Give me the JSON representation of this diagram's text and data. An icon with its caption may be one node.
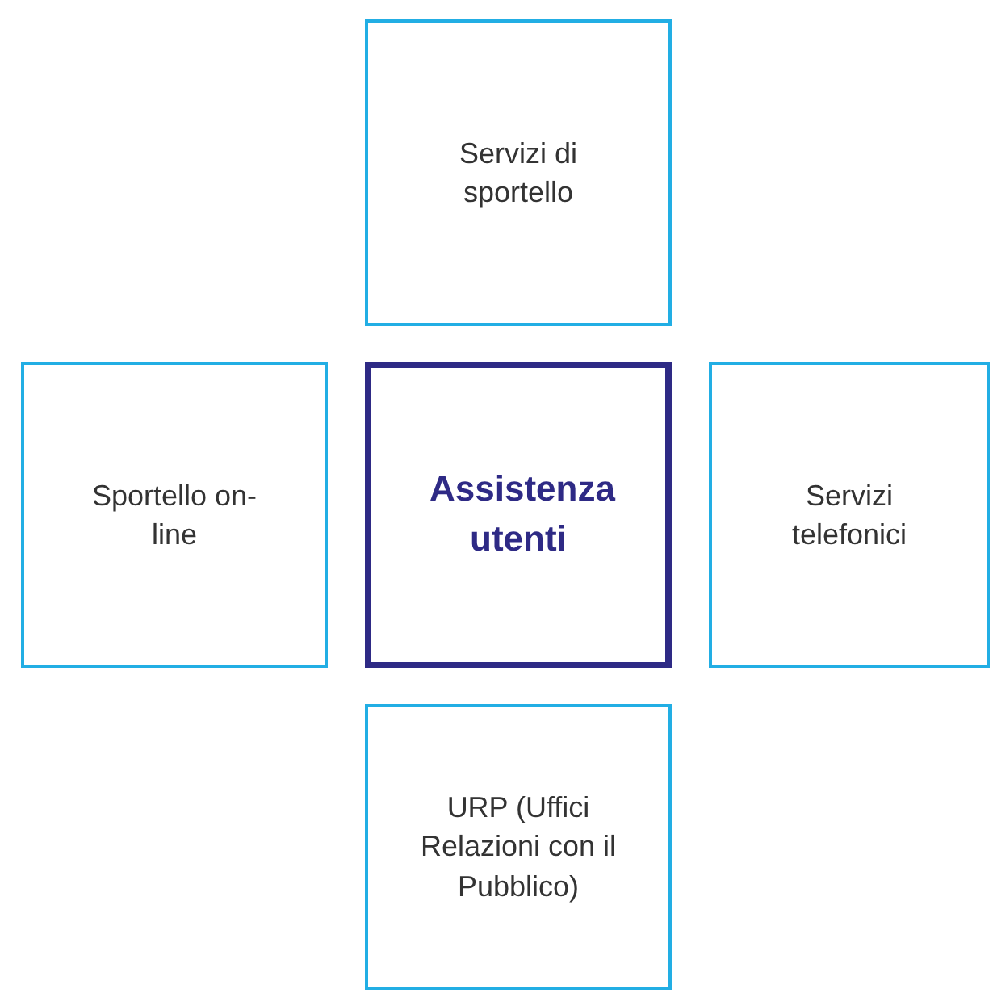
{
  "diagram": {
    "nodes": [
      {
        "text": [
          "Servizi di sportello"
        ]
      },
      {
        "text": [
          "Sportello on-line"
        ]
      },
      {
        "text": [
          "Assistenza utenti"
        ]
      },
      {
        "text": [
          "Servizi telefonici"
        ]
      },
      {
        "text": [
          "URP (Uffici Relazioni con il Pubblico)"
        ]
      }
    ]
  }
}
